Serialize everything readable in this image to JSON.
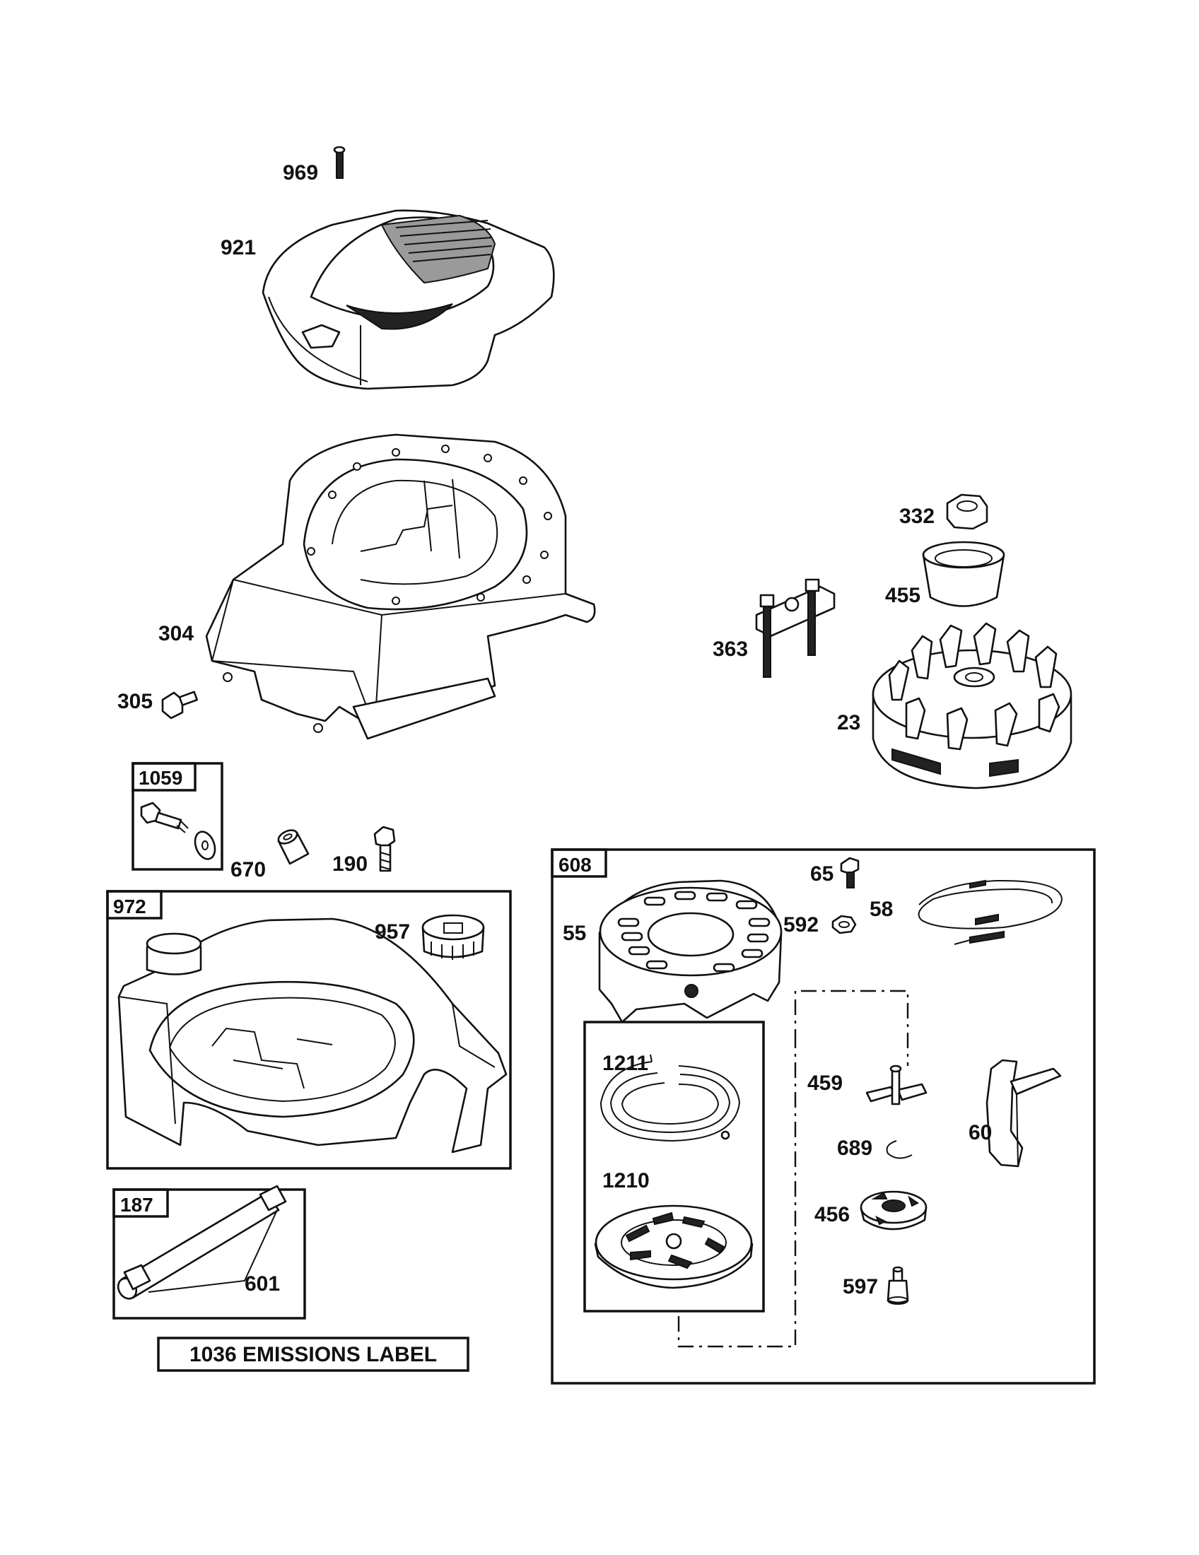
{
  "callouts": {
    "c969": "969",
    "c921": "921",
    "c304": "304",
    "c305": "305",
    "c332": "332",
    "c455": "455",
    "c363": "363",
    "c23": "23",
    "c1059": "1059",
    "c670": "670",
    "c190": "190",
    "c972": "972",
    "c957": "957",
    "c187": "187",
    "c601": "601",
    "c1036": "1036 EMISSIONS LABEL",
    "c608": "608",
    "c65": "65",
    "c55": "55",
    "c592": "592",
    "c58": "58",
    "c1211": "1211",
    "c1210": "1210",
    "c459": "459",
    "c689": "689",
    "c60": "60",
    "c456": "456",
    "c597": "597"
  }
}
